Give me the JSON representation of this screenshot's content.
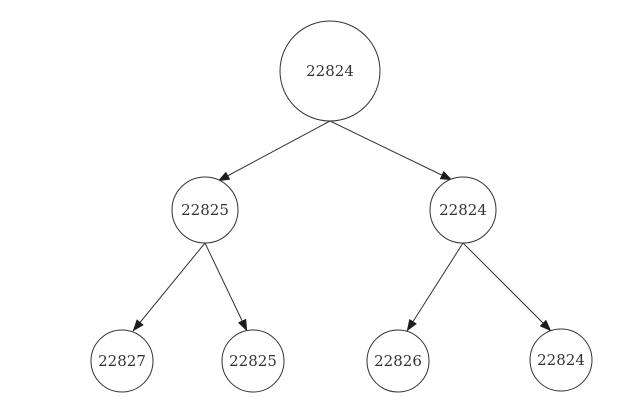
{
  "diagram": {
    "type": "binary-tree",
    "colors": {
      "background": "#ffffff",
      "stroke": "#333333",
      "text": "#333333",
      "arrow": "#1d1d1d"
    },
    "nodes": {
      "root": {
        "label": "22824",
        "level": 0
      },
      "left": {
        "label": "22825",
        "level": 1
      },
      "right": {
        "label": "22824",
        "level": 1
      },
      "left_left": {
        "label": "22827",
        "level": 2
      },
      "left_right": {
        "label": "22825",
        "level": 2
      },
      "right_left": {
        "label": "22826",
        "level": 2
      },
      "right_right": {
        "label": "22824",
        "level": 2
      }
    },
    "edges": [
      {
        "from": "root",
        "to": "left",
        "arrow": "filled-triangle"
      },
      {
        "from": "root",
        "to": "right",
        "arrow": "filled-triangle"
      },
      {
        "from": "left",
        "to": "left_left",
        "arrow": "filled-triangle"
      },
      {
        "from": "left",
        "to": "left_right",
        "arrow": "filled-triangle"
      },
      {
        "from": "right",
        "to": "right_left",
        "arrow": "filled-triangle"
      },
      {
        "from": "right",
        "to": "right_right",
        "arrow": "filled-triangle"
      }
    ]
  }
}
